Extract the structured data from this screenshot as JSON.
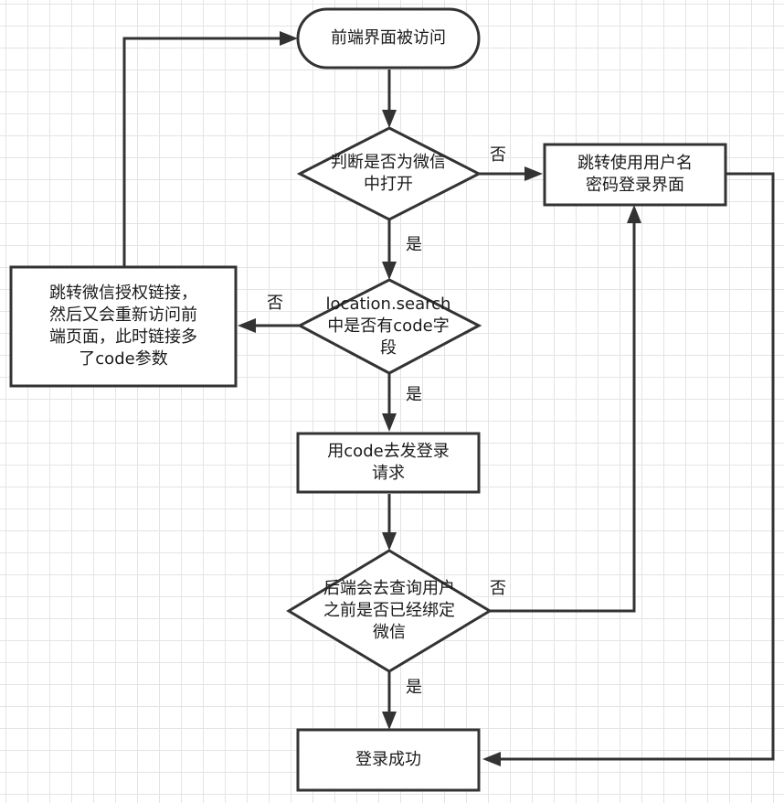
{
  "nodes": {
    "start": "前端界面被访问",
    "check_wechat": [
      "判断是否为微信",
      "中打开"
    ],
    "redirect_password": [
      "跳转使用用户名",
      "密码登录界面"
    ],
    "check_code": [
      "location.search",
      "中是否有code字",
      "段"
    ],
    "redirect_wechat_auth": [
      "跳转微信授权链接，",
      "然后又会重新访问前",
      "端页面，此时链接多",
      "了code参数"
    ],
    "login_with_code": [
      "用code去发登录",
      "请求"
    ],
    "check_bound": [
      "后端会去查询用户",
      "之前是否已经绑定",
      "微信"
    ],
    "login_success": "登录成功"
  },
  "edge_labels": {
    "wechat_no": "否",
    "wechat_yes": "是",
    "code_no": "否",
    "code_yes": "是",
    "bound_no": "否",
    "bound_yes": "是"
  },
  "colors": {
    "stroke": "#333333",
    "fill": "#ffffff",
    "grid": "#e4e4e4"
  }
}
